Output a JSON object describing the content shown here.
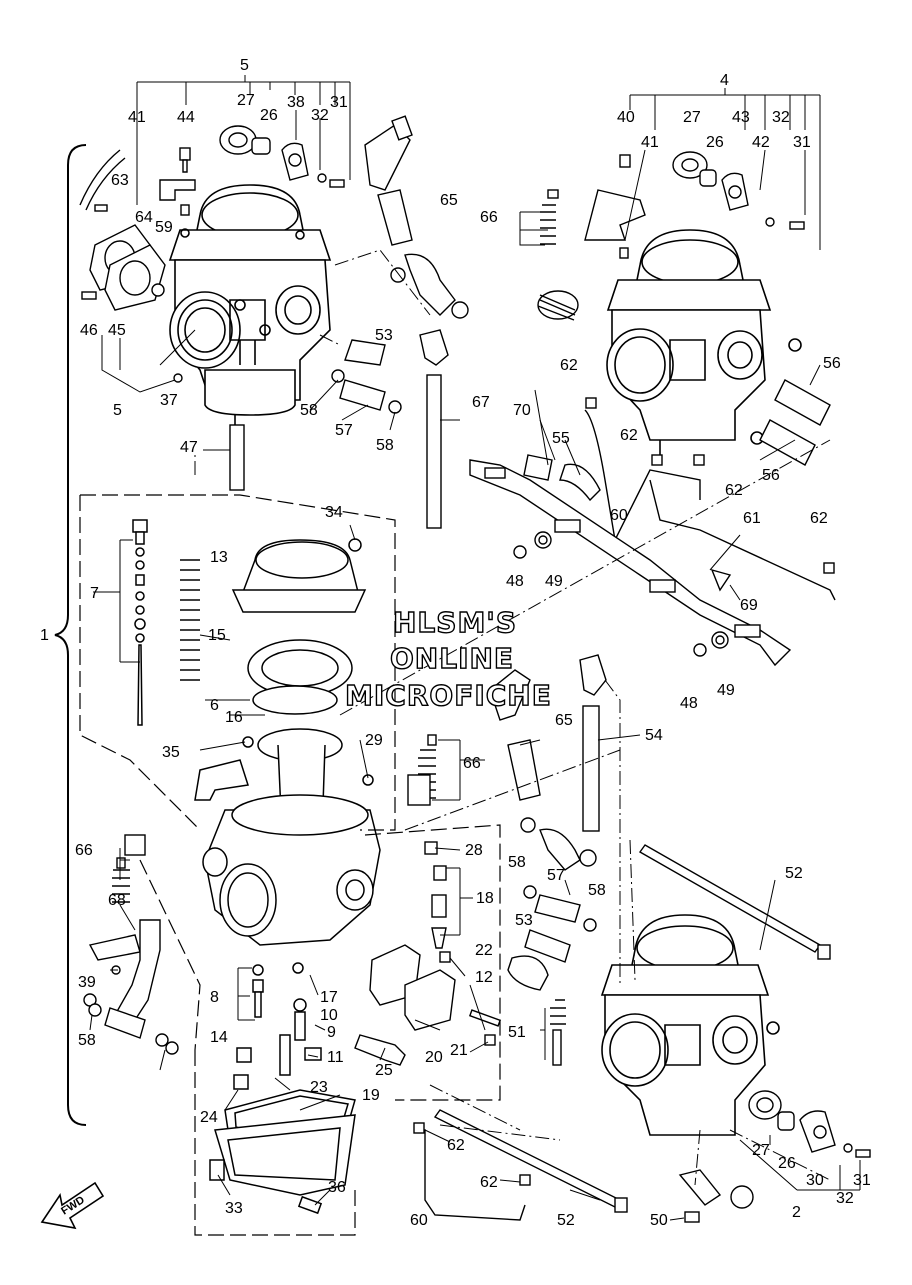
{
  "watermark": {
    "line1": "HLSM'S",
    "line2": "ONLINE",
    "line3": "MICROFICHE"
  },
  "fwd_label": "FWD",
  "labels": {
    "n1": "1",
    "n2": "2",
    "n4": "4",
    "n5": "5",
    "n5b": "5",
    "n6": "6",
    "n7": "7",
    "n8": "8",
    "n9": "9",
    "n10": "10",
    "n11": "11",
    "n12": "12",
    "n13": "13",
    "n14": "14",
    "n15": "15",
    "n16": "16",
    "n17": "17",
    "n18": "18",
    "n19": "19",
    "n20": "20",
    "n21": "21",
    "n22": "22",
    "n23": "23",
    "n24": "24",
    "n25": "25",
    "n26a": "26",
    "n26b": "26",
    "n26c": "26",
    "n27a": "27",
    "n27b": "27",
    "n27c": "27",
    "n28": "28",
    "n29": "29",
    "n30": "30",
    "n31a": "31",
    "n31b": "31",
    "n31c": "31",
    "n32a": "32",
    "n32b": "32",
    "n32c": "32",
    "n33": "33",
    "n34": "34",
    "n35": "35",
    "n36": "36",
    "n37": "37",
    "n38": "38",
    "n39": "39",
    "n40": "40",
    "n41a": "41",
    "n41b": "41",
    "n42": "42",
    "n43": "43",
    "n44": "44",
    "n45": "45",
    "n46": "46",
    "n47": "47",
    "n48a": "48",
    "n48b": "48",
    "n49a": "49",
    "n49b": "49",
    "n50": "50",
    "n51": "51",
    "n52a": "52",
    "n52b": "52",
    "n53a": "53",
    "n53b": "53",
    "n54": "54",
    "n55": "55",
    "n56a": "56",
    "n56b": "56",
    "n57a": "57",
    "n57b": "57",
    "n58a": "58",
    "n58b": "58",
    "n58c": "58",
    "n58d": "58",
    "n58e": "58",
    "n59": "59",
    "n60a": "60",
    "n60b": "60",
    "n61": "61",
    "n62a": "62",
    "n62b": "62",
    "n62c": "62",
    "n62d": "62",
    "n62e": "62",
    "n62f": "62",
    "n63": "63",
    "n64": "64",
    "n65a": "65",
    "n65b": "65",
    "n66a": "66",
    "n66b": "66",
    "n66c": "66",
    "n67": "67",
    "n68": "68",
    "n69": "69",
    "n70": "70"
  }
}
